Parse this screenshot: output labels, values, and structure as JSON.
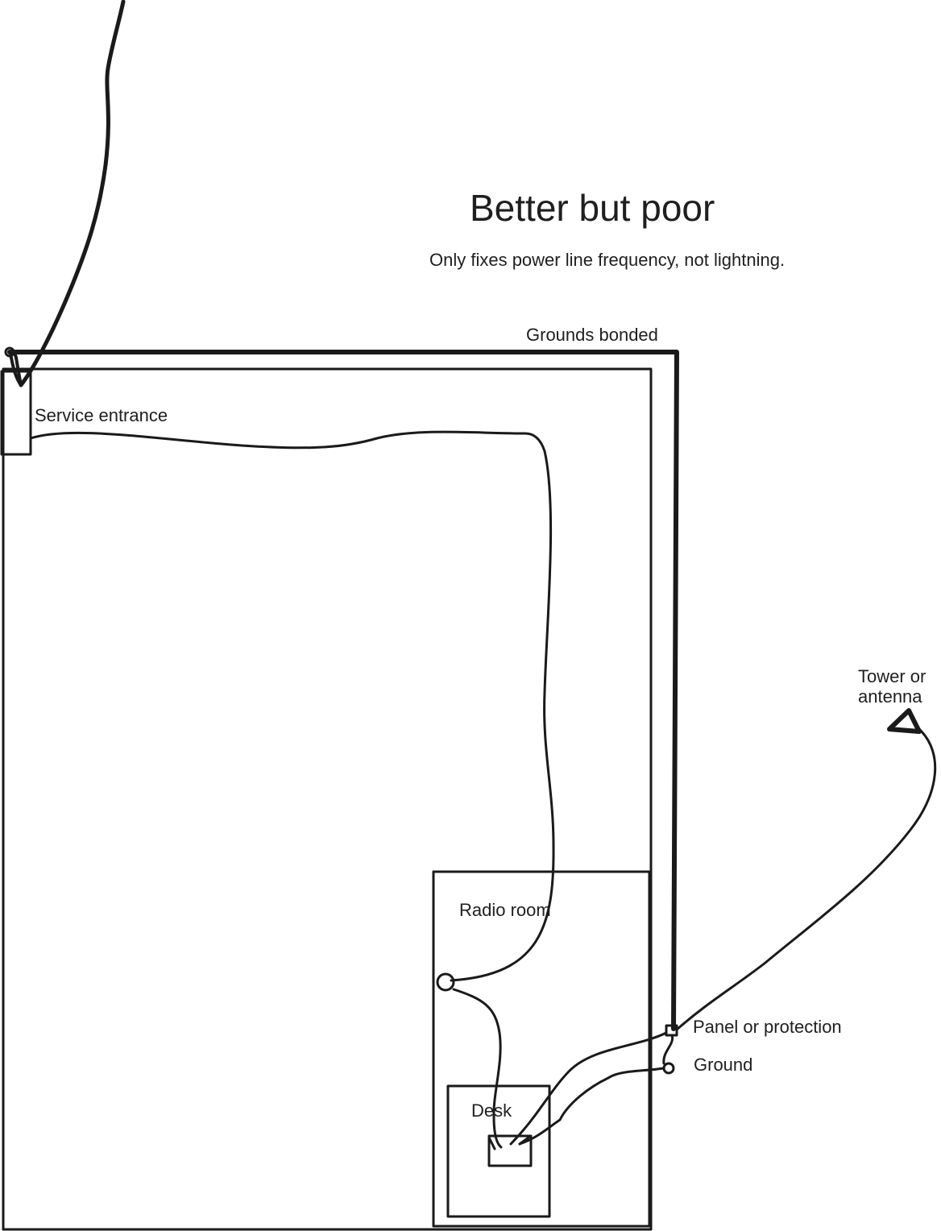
{
  "title": "Better but poor",
  "subtitle": "Only fixes power line frequency, not lightning.",
  "labels": {
    "grounds_bonded": "Grounds bonded",
    "service_entrance": "Service entrance",
    "tower_line1": "Tower or",
    "tower_line2": "antenna",
    "radio_room": "Radio room",
    "panel": "Panel or protection",
    "ground": "Ground",
    "desk": "Desk"
  },
  "colors": {
    "line": "#1a1a1a",
    "background": "#ffffff"
  }
}
